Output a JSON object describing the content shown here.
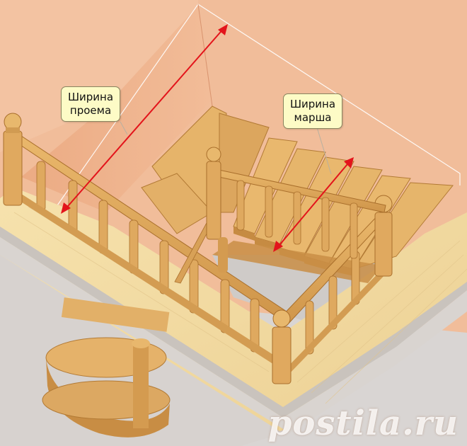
{
  "labels": {
    "opening_width": [
      "Ширина",
      "проема"
    ],
    "flight_width": [
      "Ширина",
      "марша"
    ]
  },
  "watermark": "postila.ru",
  "colors": {
    "wall": "#efb894",
    "wall_shadow": "#e3a47f",
    "floor_top": "#f3dca4",
    "floor_edge": "#c9c3bd",
    "wood": "#e2ad62",
    "wood_dark": "#b87e38",
    "arrow": "#e3141b",
    "callout_bg": "#fdfbc6",
    "lower_floor": "#d8d4d2"
  }
}
